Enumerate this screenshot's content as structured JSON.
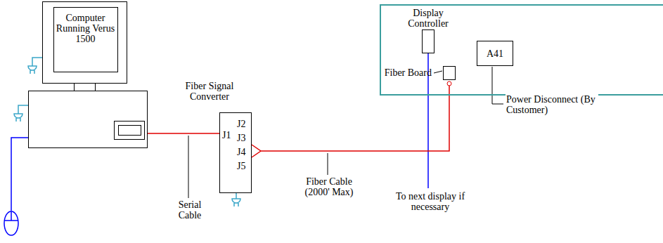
{
  "diagram": {
    "nodes": [
      {
        "text": [
          "Computer Running Verus 1500"
        ]
      },
      {
        "text": [
          "Fiber Signal Converter",
          "J1",
          "J2",
          "J3",
          "J4",
          "J5"
        ]
      },
      {
        "text": []
      },
      {
        "text": [
          "Display Controller"
        ],
        "in": 2
      },
      {
        "text": [
          "Fiber Board"
        ],
        "in": 2
      },
      {
        "text": [
          "A41"
        ],
        "in": 2
      }
    ],
    "edges": [
      {
        "from": 0,
        "to": 1,
        "arrow": "none",
        "label": "Serial Cable"
      },
      {
        "from": 1,
        "to": 4,
        "arrow": "none",
        "label": "Fiber Cable (2000' Max)"
      }
    ],
    "labels": [
      "To next display if necessary",
      "Power Disconnect (By Customer)"
    ]
  }
}
